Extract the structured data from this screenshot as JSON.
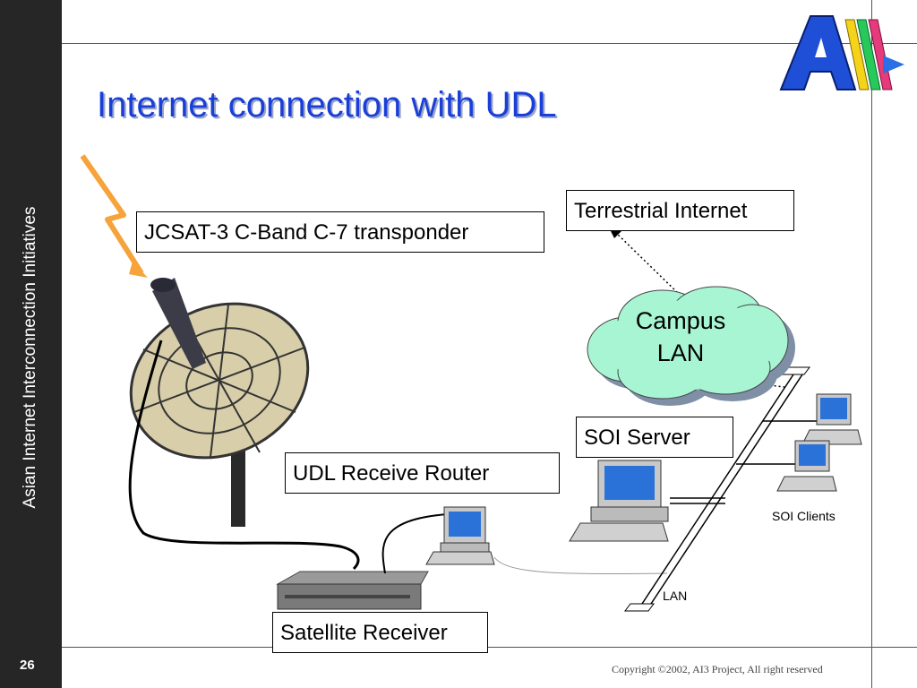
{
  "sidebar": {
    "title": "Asian Internet Interconnection Initiatives",
    "page_number": "26"
  },
  "slide": {
    "title": "Internet connection with UDL",
    "logo": "AI3",
    "copyright": "Copyright ©2002, AI3 Project, All right reserved"
  },
  "diagram": {
    "labels": {
      "jcsat": "JCSAT-3 C-Band C-7 transponder",
      "terrestrial": "Terrestrial Internet",
      "campus_line1": "Campus",
      "campus_line2": "LAN",
      "soi_server": "SOI Server",
      "udl_router": "UDL Receive Router",
      "satellite_receiver": "Satellite Receiver",
      "soi_clients": "SOI Clients",
      "lan": "LAN"
    },
    "colors": {
      "title": "#1a3fd8",
      "sidebar": "#262626",
      "cloud_fill": "#a8f5d4",
      "lightning": "#f5a33a"
    }
  }
}
